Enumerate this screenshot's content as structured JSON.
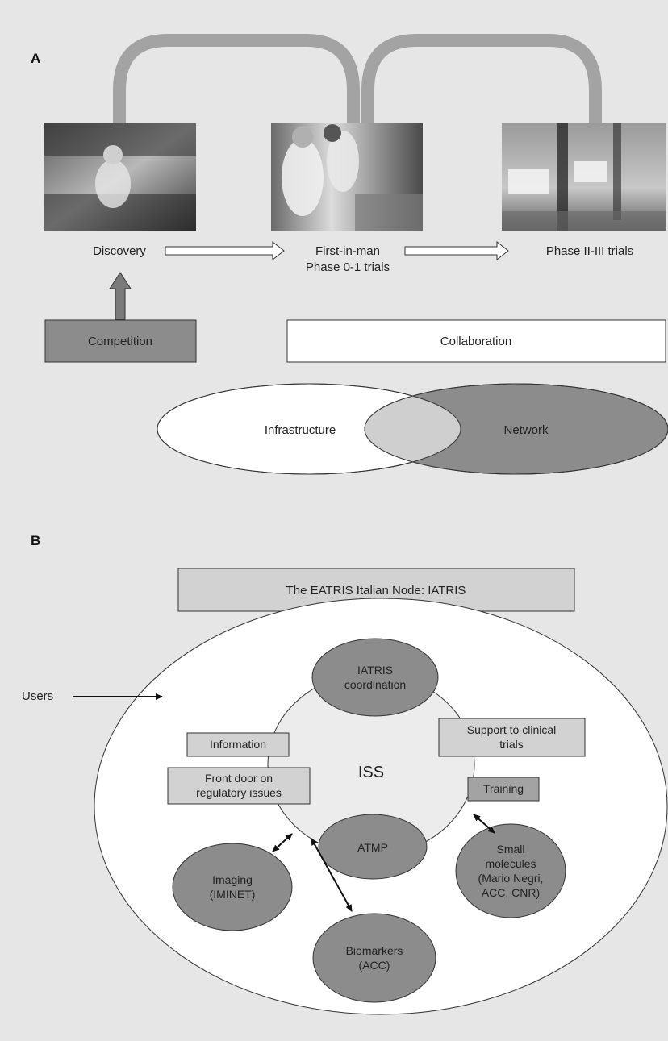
{
  "panel_a": {
    "label": "A",
    "stages": [
      {
        "line1": "Discovery",
        "line2": ""
      },
      {
        "line1": "First-in-man",
        "line2": "Phase 0-1 trials"
      },
      {
        "line1": "Phase II-III trials",
        "line2": ""
      }
    ],
    "competition": "Competition",
    "collaboration": "Collaboration",
    "infrastructure": "Infrastructure",
    "network": "Network"
  },
  "panel_b": {
    "label": "B",
    "title": "The EATRIS Italian Node: IATRIS",
    "users": "Users",
    "center": "ISS",
    "coordination": {
      "line1": "IATRIS",
      "line2": "coordination"
    },
    "atmp": "ATMP",
    "imaging": {
      "line1": "Imaging",
      "line2": "(IMINET)"
    },
    "biomarkers": {
      "line1": "Biomarkers",
      "line2": "(ACC)"
    },
    "small_molecules": {
      "line1": "Small",
      "line2": "molecules",
      "line3": "(Mario Negri,",
      "line4": "ACC, CNR)"
    },
    "information": "Information",
    "front_door": {
      "line1": "Front door on",
      "line2": "regulatory issues"
    },
    "support": {
      "line1": "Support to clinical",
      "line2": "trials"
    },
    "training": "Training"
  },
  "colors": {
    "background": "#e6e6e6",
    "dark_fill": "#8c8c8c",
    "mid_fill": "#b4b4b4",
    "light_fill": "#d2d2d2",
    "arc": "#a3a3a3"
  }
}
